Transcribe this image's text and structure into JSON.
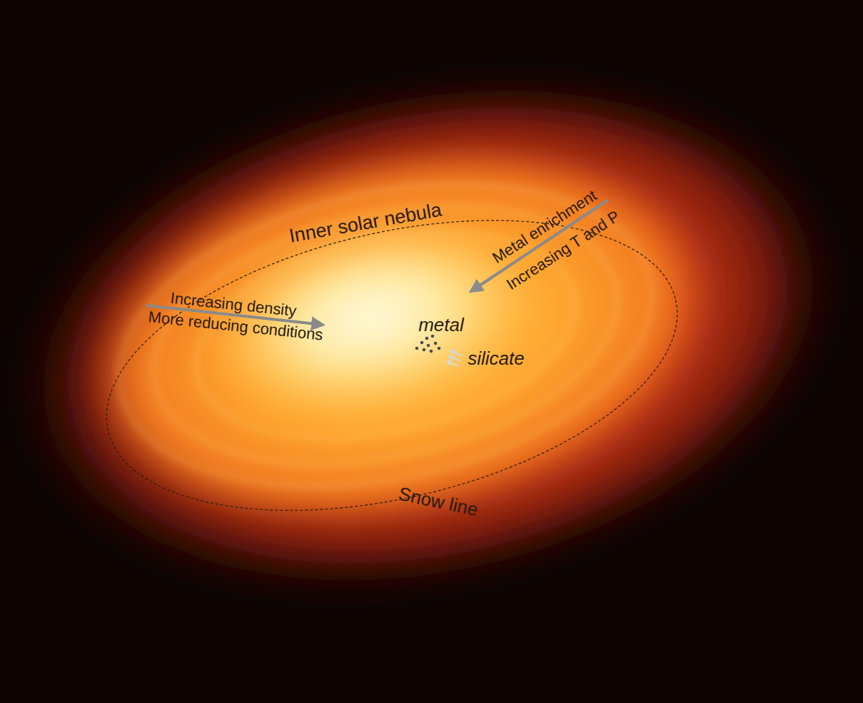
{
  "diagram": {
    "labels": [
      "Inner solar nebula",
      "Metal enrichment",
      "Increasing T and P",
      "Increasing density",
      "More reducing conditions",
      "metal",
      "silicate",
      "Snow line"
    ]
  }
}
